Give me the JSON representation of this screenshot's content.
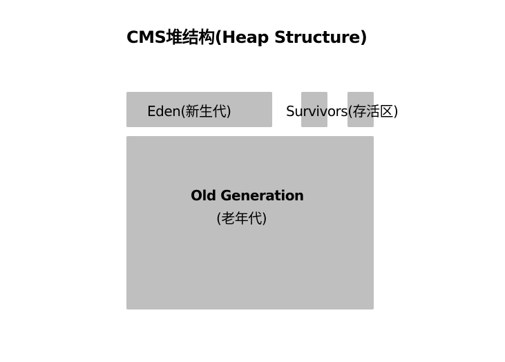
{
  "title": "CMS堆结构(Heap Structure)",
  "eden": "Eden(新生代)",
  "survivors": "Survivors(存活区)",
  "old": {
    "line1": "Old Generation",
    "line2": "(老年代)"
  },
  "colors": {
    "region": "#bfbfbf"
  }
}
